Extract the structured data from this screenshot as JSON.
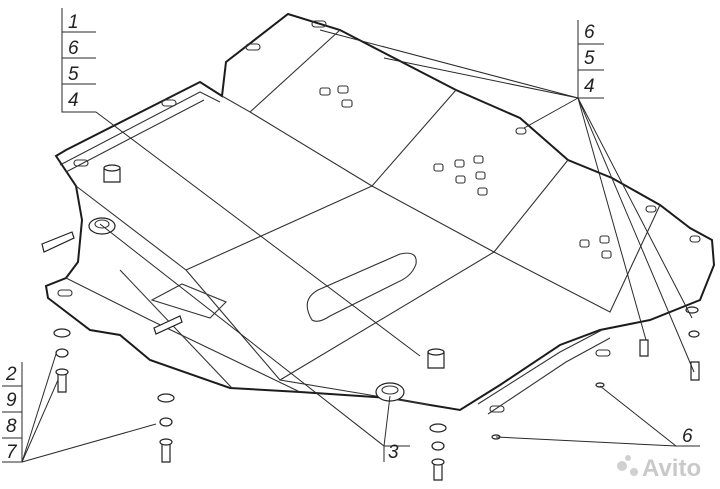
{
  "callouts": {
    "left_stack": [
      "1",
      "6",
      "5",
      "4"
    ],
    "right_stack": [
      "6",
      "5",
      "4"
    ],
    "bottom_left_stack": [
      "2",
      "9",
      "8",
      "7"
    ],
    "bottom_center": "3",
    "bottom_right": "6"
  },
  "watermark": {
    "text": "Avito"
  }
}
